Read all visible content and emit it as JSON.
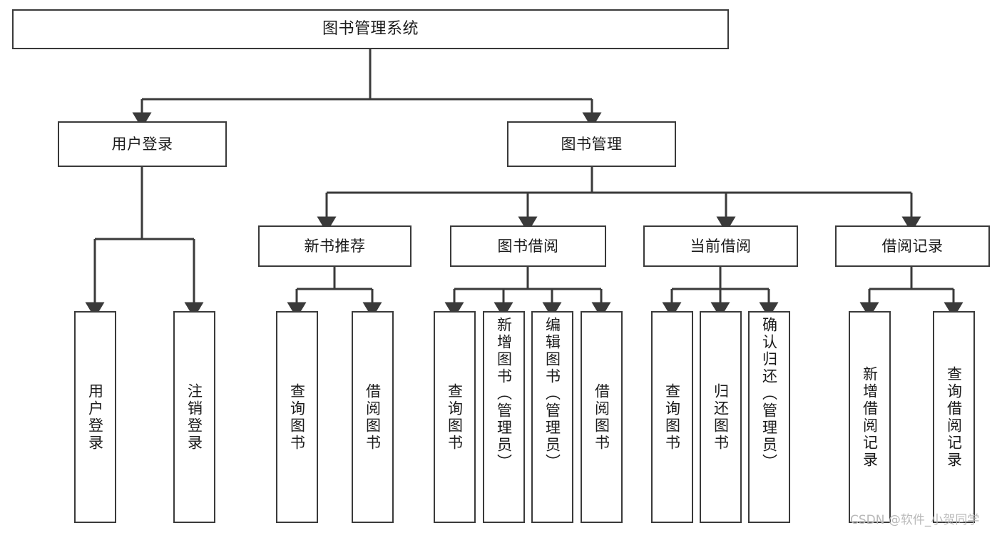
{
  "diagram": {
    "title": "图书管理系统",
    "type": "function-structure-tree",
    "watermark": "CSDN @软件_小贺同学",
    "colors": {
      "box_border": "#3a3a3a",
      "box_fill": "#ffffff",
      "line": "#3a3a3a",
      "text": "#1b1b1b",
      "watermark": "#b9b9b9",
      "background": "#ffffff"
    },
    "levels": {
      "root": {
        "label": "图书管理系统"
      },
      "level2": [
        {
          "id": "user-login",
          "label": "用户登录"
        },
        {
          "id": "book-manage",
          "label": "图书管理"
        }
      ],
      "level3": [
        {
          "id": "new-book-recommend",
          "label": "新书推荐",
          "parent": "book-manage"
        },
        {
          "id": "book-borrow",
          "label": "图书借阅",
          "parent": "book-manage"
        },
        {
          "id": "current-borrow",
          "label": "当前借阅",
          "parent": "book-manage"
        },
        {
          "id": "borrow-record",
          "label": "借阅记录",
          "parent": "book-manage"
        }
      ],
      "leaves": [
        {
          "id": "leaf-user-login",
          "label": "用户登录",
          "parent": "user-login"
        },
        {
          "id": "leaf-logout",
          "label": "注销登录",
          "parent": "user-login"
        },
        {
          "id": "leaf-query-book-1",
          "label": "查询图书",
          "parent": "new-book-recommend"
        },
        {
          "id": "leaf-borrow-book-1",
          "label": "借阅图书",
          "parent": "new-book-recommend"
        },
        {
          "id": "leaf-query-book-2",
          "label": "查询图书",
          "parent": "book-borrow"
        },
        {
          "id": "leaf-add-book",
          "label": "新增图书（管理员）",
          "parent": "book-borrow"
        },
        {
          "id": "leaf-edit-book",
          "label": "编辑图书（管理员）",
          "parent": "book-borrow"
        },
        {
          "id": "leaf-borrow-book-2",
          "label": "借阅图书",
          "parent": "book-borrow"
        },
        {
          "id": "leaf-query-book-3",
          "label": "查询图书",
          "parent": "current-borrow"
        },
        {
          "id": "leaf-return-book",
          "label": "归还图书",
          "parent": "current-borrow"
        },
        {
          "id": "leaf-confirm-return",
          "label": "确认归还（管理员）",
          "parent": "current-borrow"
        },
        {
          "id": "leaf-add-record",
          "label": "新增借阅记录",
          "parent": "borrow-record"
        },
        {
          "id": "leaf-query-record",
          "label": "查询借阅记录",
          "parent": "borrow-record"
        }
      ]
    }
  }
}
